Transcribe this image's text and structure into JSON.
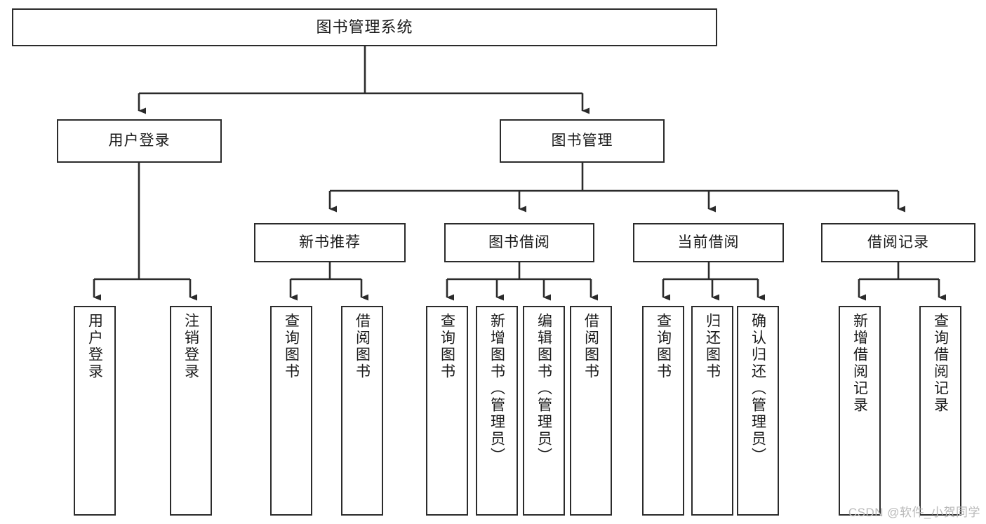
{
  "diagram": {
    "title": "图书管理系统",
    "type": "tree-hierarchy",
    "watermark": "CSDN @软件_小贺同学",
    "colors": {
      "border": "#2b2b2b",
      "background": "#ffffff",
      "text": "#1a1a1a",
      "wire": "#2b2b2b",
      "watermark": "#b9b9b9"
    },
    "nodes": {
      "root": {
        "label": "图书管理系统"
      },
      "level2": [
        {
          "id": "user-login",
          "label": "用户登录"
        },
        {
          "id": "book-manage",
          "label": "图书管理"
        }
      ],
      "level3": [
        {
          "id": "new-book-recommend",
          "label": "新书推荐"
        },
        {
          "id": "book-borrow",
          "label": "图书借阅"
        },
        {
          "id": "current-borrow",
          "label": "当前借阅"
        },
        {
          "id": "borrow-record",
          "label": "借阅记录"
        }
      ],
      "leaves": {
        "user-login": [
          {
            "id": "leaf-user-login",
            "label": "用户登录"
          },
          {
            "id": "leaf-user-logout",
            "label": "注销登录"
          }
        ],
        "new-book-recommend": [
          {
            "id": "leaf-query-book-1",
            "label": "查询图书"
          },
          {
            "id": "leaf-borrow-book-1",
            "label": "借阅图书"
          }
        ],
        "book-borrow": [
          {
            "id": "leaf-query-book-2",
            "label": "查询图书"
          },
          {
            "id": "leaf-add-book",
            "label": "新增图书（管理员）"
          },
          {
            "id": "leaf-edit-book",
            "label": "编辑图书（管理员）"
          },
          {
            "id": "leaf-borrow-book-2",
            "label": "借阅图书"
          }
        ],
        "current-borrow": [
          {
            "id": "leaf-query-book-3",
            "label": "查询图书"
          },
          {
            "id": "leaf-return-book",
            "label": "归还图书"
          },
          {
            "id": "leaf-confirm-return",
            "label": "确认归还（管理员）"
          }
        ],
        "borrow-record": [
          {
            "id": "leaf-add-record",
            "label": "新增借阅记录"
          },
          {
            "id": "leaf-query-record",
            "label": "查询借阅记录"
          }
        ]
      }
    }
  }
}
